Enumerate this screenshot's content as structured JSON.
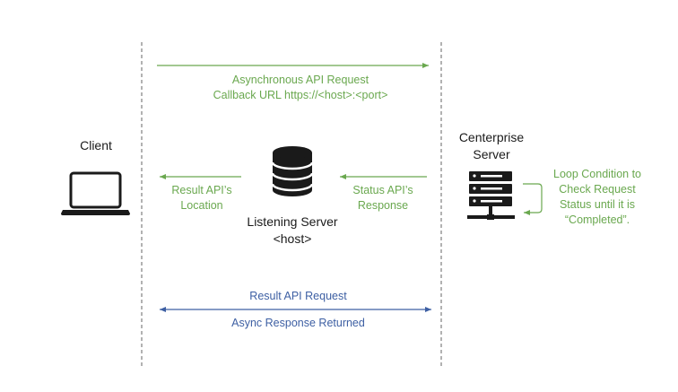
{
  "colors": {
    "green": "#6aa84f",
    "blue": "#3d5fa3",
    "dark": "#1a1a1a",
    "divider": "#666666"
  },
  "icons": {
    "client": "laptop-icon",
    "listening_server": "database-icon",
    "centerprise_server": "server-rack-icon"
  },
  "actors": {
    "client": {
      "label": "Client"
    },
    "listening_server": {
      "line1": "Listening Server",
      "line2": "<host>"
    },
    "centerprise_server": {
      "line1": "Centerprise",
      "line2": "Server"
    }
  },
  "messages": {
    "async_request": {
      "line1": "Asynchronous API Request",
      "line2": "Callback URL https://<host>:<port>"
    },
    "status_response": {
      "line1": "Status API’s",
      "line2": "Response"
    },
    "result_location": {
      "line1": "Result API’s",
      "line2": "Location"
    },
    "loop_condition": {
      "line1": "Loop Condition to",
      "line2": "Check Request",
      "line3": "Status until it is",
      "line4": "“Completed”."
    },
    "result_request": {
      "label": "Result API Request"
    },
    "async_response": {
      "label": "Async Response Returned"
    }
  }
}
